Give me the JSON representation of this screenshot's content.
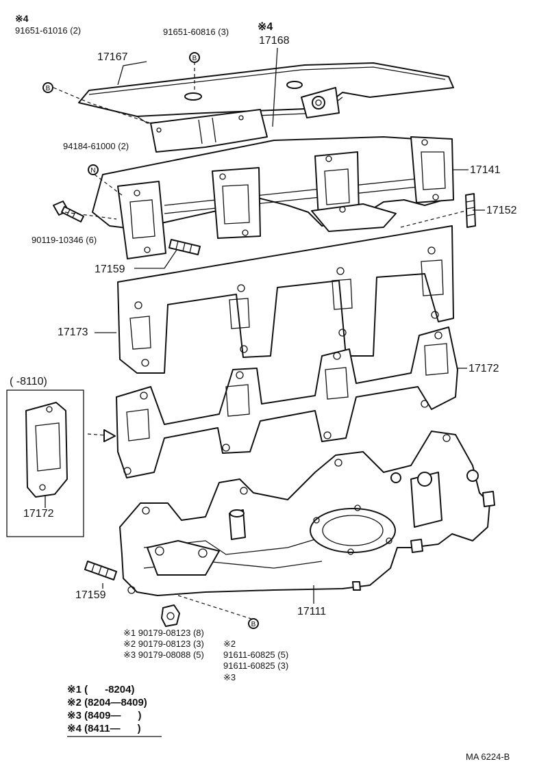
{
  "labels": {
    "mark4_top": "※4",
    "bolt_b_left": "91651-61016 (2)",
    "bolt_b_mid": "91651-60816 (3)",
    "mark4_big": "※4",
    "p17168": "17168",
    "p17167": "17167",
    "p94184": "94184-61000 (2)",
    "p17141": "17141",
    "p17152": "17152",
    "p90119": "90119-10346 (6)",
    "p17159_top": "17159",
    "p17173": "17173",
    "p17172_right": "17172",
    "range_8110": "(      -8110)",
    "p17172_box": "17172",
    "p17159_bot": "17159",
    "p17111": "17111",
    "nut1": "※1 90179-08123 (8)",
    "nut2": "※2 90179-08123 (3)",
    "nut3": "※3 90179-08088 (5)",
    "bolt_bot_mark2": "※2",
    "bolt_bot1": "91611-60825 (5)",
    "bolt_bot2": "91611-60825 (3)",
    "bolt_bot_mark3": "※3",
    "ref": "MA  6224-B"
  },
  "markers": {
    "b": "B",
    "n": "N"
  },
  "legend": [
    "※1 (      -8204)",
    "※2 (8204—8409)",
    "※3 (8409—      )",
    "※4 (8411—      )"
  ],
  "icons": [
    "bolt-icon",
    "stud-icon",
    "nut-icon",
    "arrow-icon"
  ]
}
